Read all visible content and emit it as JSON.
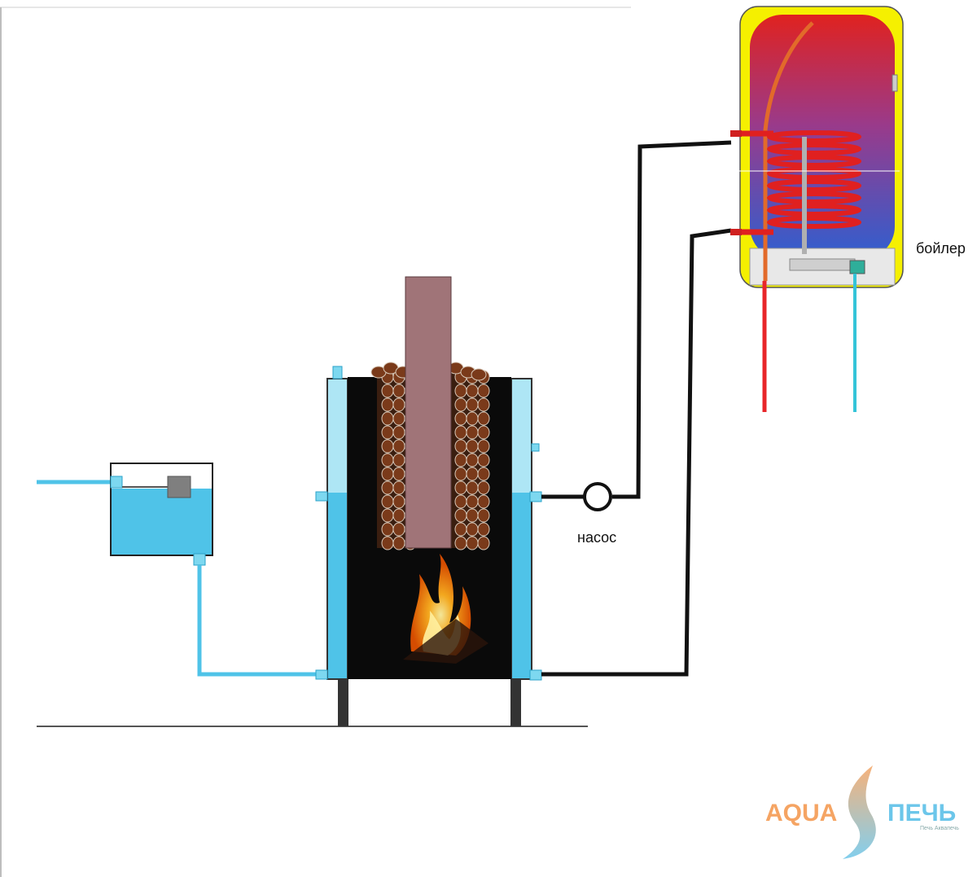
{
  "labels": {
    "pump": "насос",
    "boiler": "бойлер"
  },
  "logo": {
    "part1": "AQUA",
    "part2": "ПЕЧЬ",
    "tagline": "Печь Аквапечь"
  },
  "colors": {
    "water": "#4fc3e8",
    "water_light": "#aee6f5",
    "pipe": "#111111",
    "hot": "#e8262a",
    "cold_out": "#34c4d8",
    "chimney": "#a07478",
    "stones": "#7a3a1a",
    "boiler_shell": "#f5f000",
    "logo_orange": "#f5a463",
    "logo_blue": "#6cc6ea"
  },
  "icons": {
    "pump": "pump-circle-icon",
    "flame": "flame-icon",
    "logo_wave": "water-flame-wave-icon"
  }
}
